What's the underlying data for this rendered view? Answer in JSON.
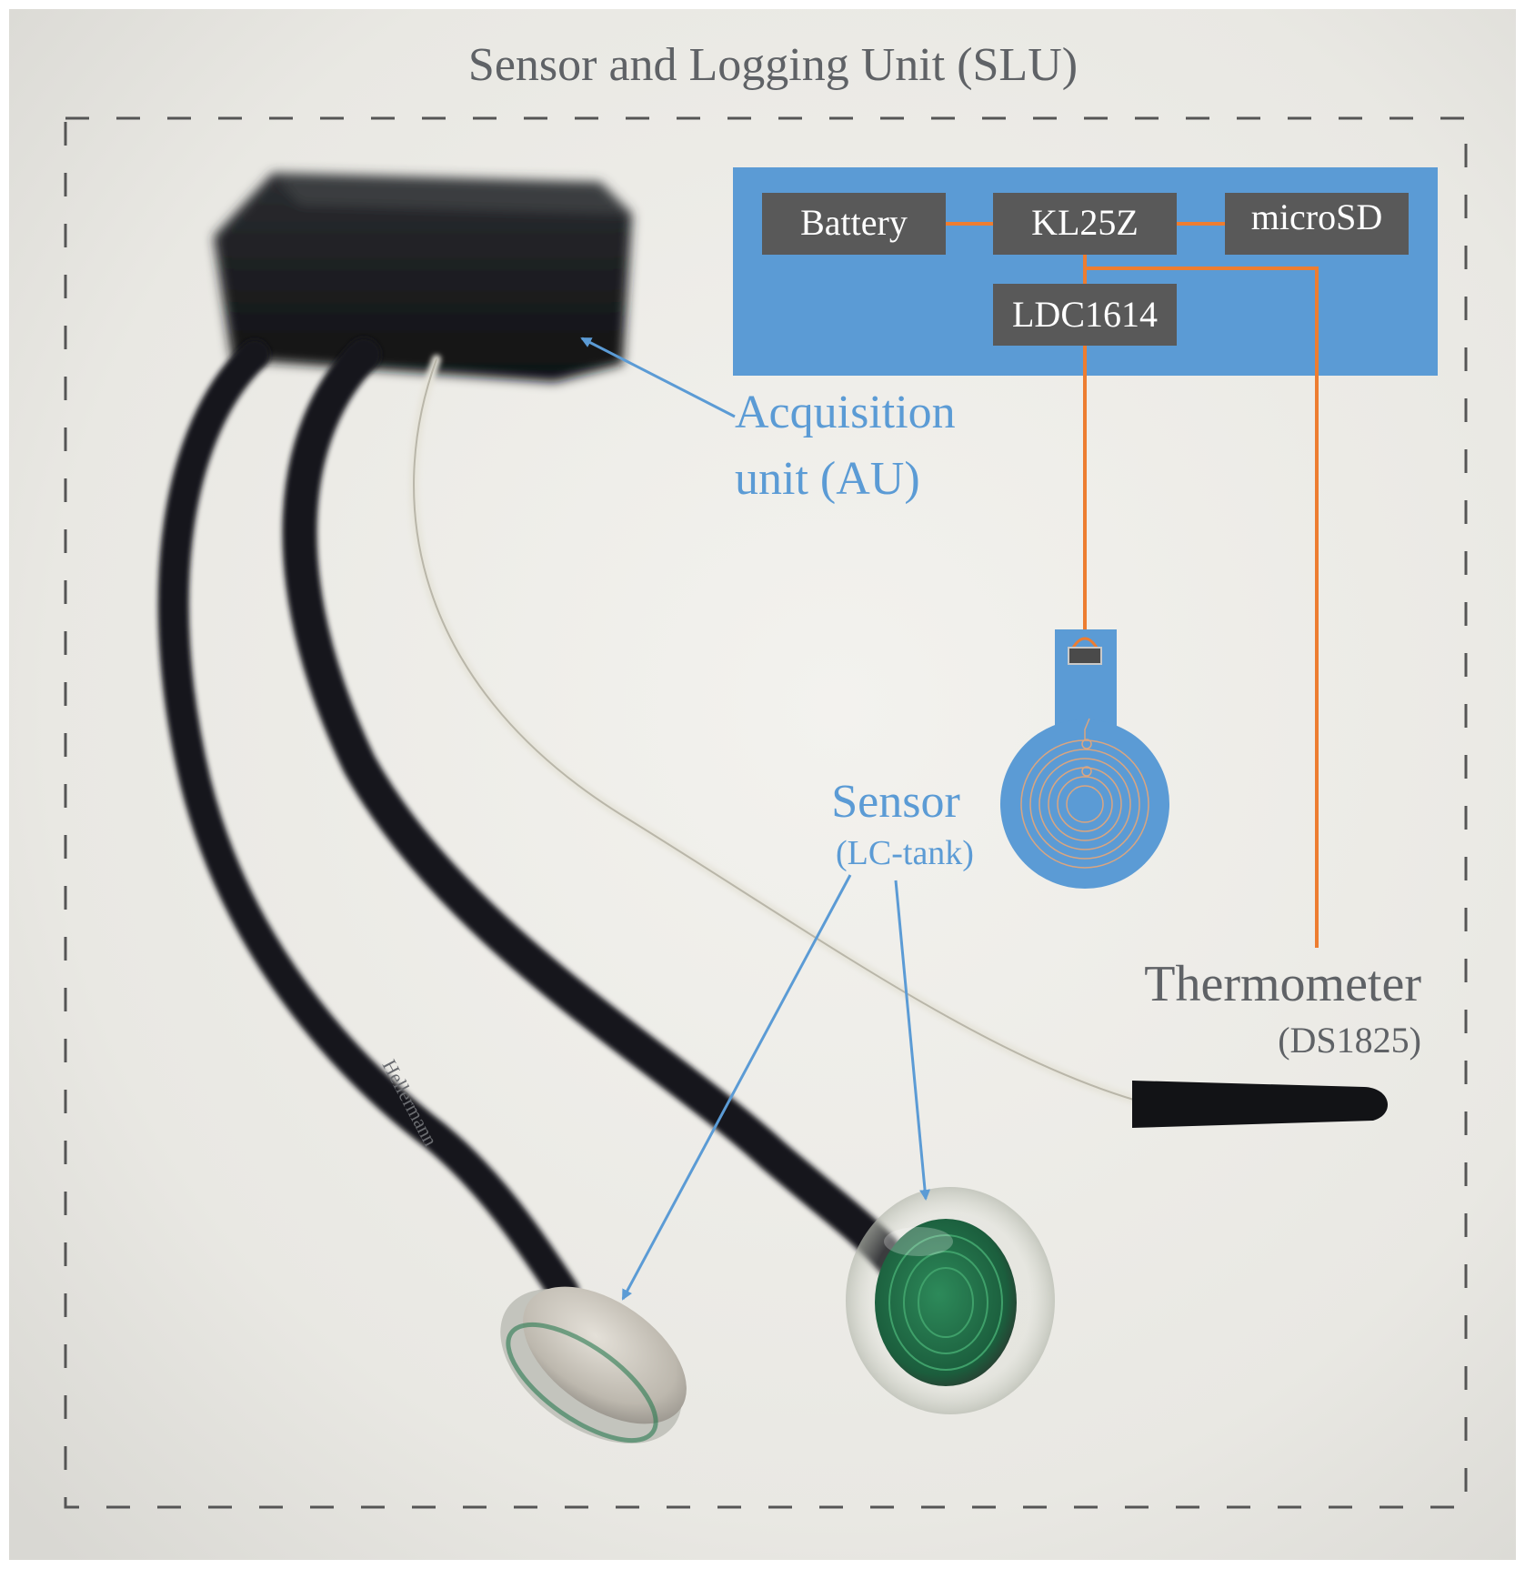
{
  "title": "Sensor and Logging Unit (SLU)",
  "blocks": {
    "battery": "Battery",
    "mcu": "KL25Z",
    "storage": "microSD",
    "ldc": "LDC1614"
  },
  "labels": {
    "acquisition_line1": "Acquisition",
    "acquisition_line2": "unit (AU)",
    "sensor": "Sensor",
    "sensor_sub": "(LC-tank)",
    "thermometer": "Thermometer",
    "thermometer_sub": "(DS1825)"
  },
  "colors": {
    "panel": "#5b9bd5",
    "block": "#595959",
    "wire": "#ed7d31",
    "frame": "#555555",
    "label_blue": "#5b9bd5",
    "label_grey": "#5f6266"
  }
}
